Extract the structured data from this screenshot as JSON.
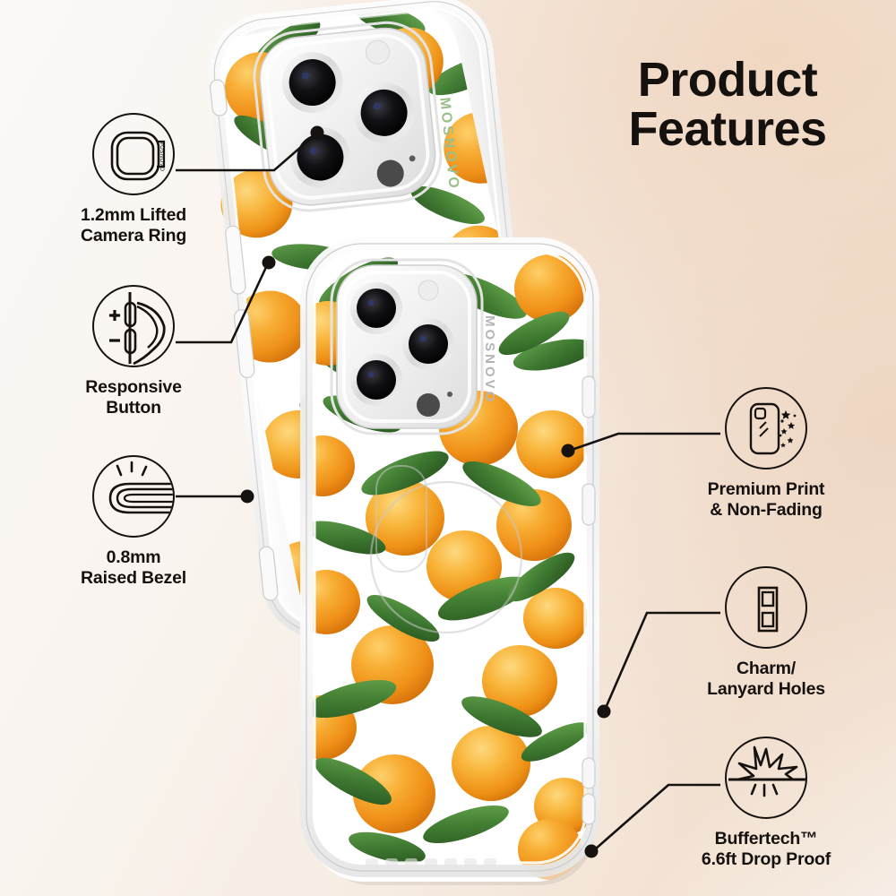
{
  "header": {
    "title_line1": "Product",
    "title_line2": "Features"
  },
  "brand": {
    "name": "MOSNOVO"
  },
  "product": {
    "pattern_name": "orange-fruit-pattern",
    "case_type": "clear-phone-case",
    "colors": {
      "orange_fruit": "#f0921f",
      "orange_fruit_light": "#f8b743",
      "orange_fruit_dark": "#d2710b",
      "leaf_green": "#3f7a32",
      "leaf_green_dark": "#2c5a22",
      "leaf_green_light": "#5c9a46",
      "case_clear": "#ffffff",
      "camera_lens": "#131313",
      "outline": "#16120f"
    }
  },
  "background": {
    "tint_light": "#fbf8f6",
    "tint_tan": "#f0d7c2",
    "tint_cream": "#f7efe7"
  },
  "features": [
    {
      "id": "camera-ring",
      "icon": "camera-module-icon",
      "label_line1": "1.2mm Lifted",
      "label_line2": "Camera Ring"
    },
    {
      "id": "responsive-button",
      "icon": "volume-button-finger-icon",
      "label_line1": "Responsive",
      "label_line2": "Button",
      "plus_symbol": "+",
      "minus_symbol": "−"
    },
    {
      "id": "raised-bezel",
      "icon": "raised-bezel-profile-icon",
      "label_line1": "0.8mm",
      "label_line2": "Raised Bezel"
    },
    {
      "id": "premium-print",
      "icon": "phone-case-sparkle-icon",
      "label_line1": "Premium Print",
      "label_line2": "& Non-Fading"
    },
    {
      "id": "lanyard-holes",
      "icon": "lanyard-holes-icon",
      "label_line1": "Charm/",
      "label_line2": "Lanyard Holes"
    },
    {
      "id": "drop-proof",
      "icon": "impact-burst-icon",
      "label_line1": "Buffertech™",
      "label_line2": "6.6ft Drop Proof"
    }
  ]
}
